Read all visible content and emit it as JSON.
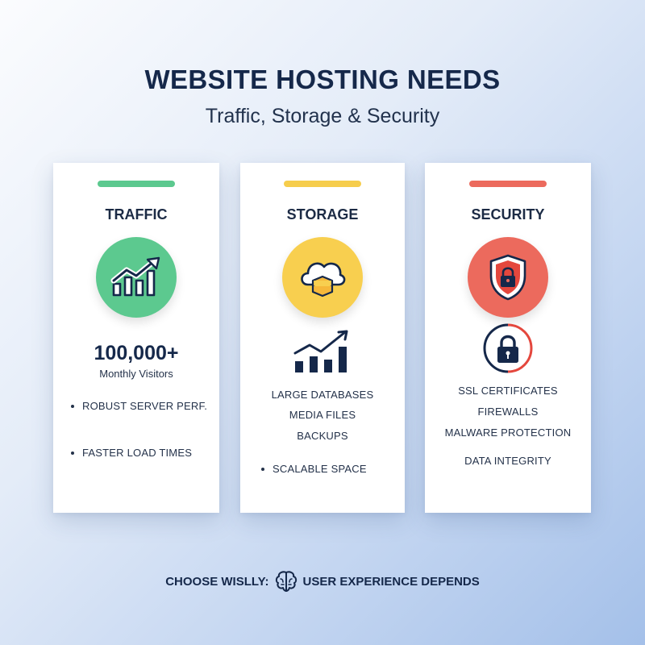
{
  "header": {
    "title": "WEBSITE HOSTING NEEDS",
    "subtitle": "Traffic, Storage & Security"
  },
  "cards": {
    "traffic": {
      "title": "TRAFFIC",
      "accent_color": "#5cc98f",
      "badge_color": "#5cc98f",
      "icon": "growth-chart-icon",
      "big_number": "100,000+",
      "number_label": "Monthly Visitors",
      "bullets": [
        "ROBUST SERVER PERF.",
        "FASTER LOAD TIMES"
      ]
    },
    "storage": {
      "title": "STORAGE",
      "accent_color": "#f6cd4c",
      "badge_color": "#f8cf4f",
      "icon": "cloud-storage-icon",
      "secondary_icon": "bar-chart-icon",
      "items": [
        "LARGE DATABASES",
        "MEDIA FILES",
        "BACKUPS"
      ],
      "bullets": [
        "SCALABLE SPACE"
      ]
    },
    "security": {
      "title": "SECURITY",
      "accent_color": "#ec6a5d",
      "badge_color": "#ec6a5d",
      "icon": "shield-lock-icon",
      "secondary_icon": "padlock-icon",
      "items": [
        "SSL CERTIFICATES",
        "FIREWALLS",
        "MALWARE PROTECTION",
        "DATA INTEGRITY"
      ]
    }
  },
  "footer": {
    "left": "CHOOSE WISLLY:",
    "icon": "brain-icon",
    "right": "USER EXPERIENCE DEPENDS"
  }
}
